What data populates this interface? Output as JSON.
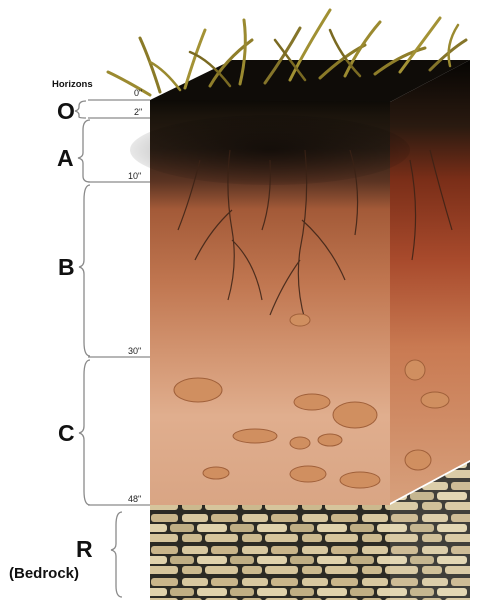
{
  "diagram": {
    "heading": "Horizons",
    "horizons": [
      {
        "letter": "O"
      },
      {
        "letter": "A"
      },
      {
        "letter": "B"
      },
      {
        "letter": "C"
      },
      {
        "letter": "R",
        "note": "(Bedrock)"
      }
    ],
    "depth_marks": [
      "0\"",
      "2\"",
      "10\"",
      "30\"",
      "48\""
    ],
    "colors": {
      "grass": "#8a7a28",
      "organic": "#141008",
      "topsoil": "#3a2618",
      "subsoil": "#b86a44",
      "parent_material": "#d9a27e",
      "bedrock": "#c9b48a",
      "bracket": "#8a8a8a"
    }
  }
}
